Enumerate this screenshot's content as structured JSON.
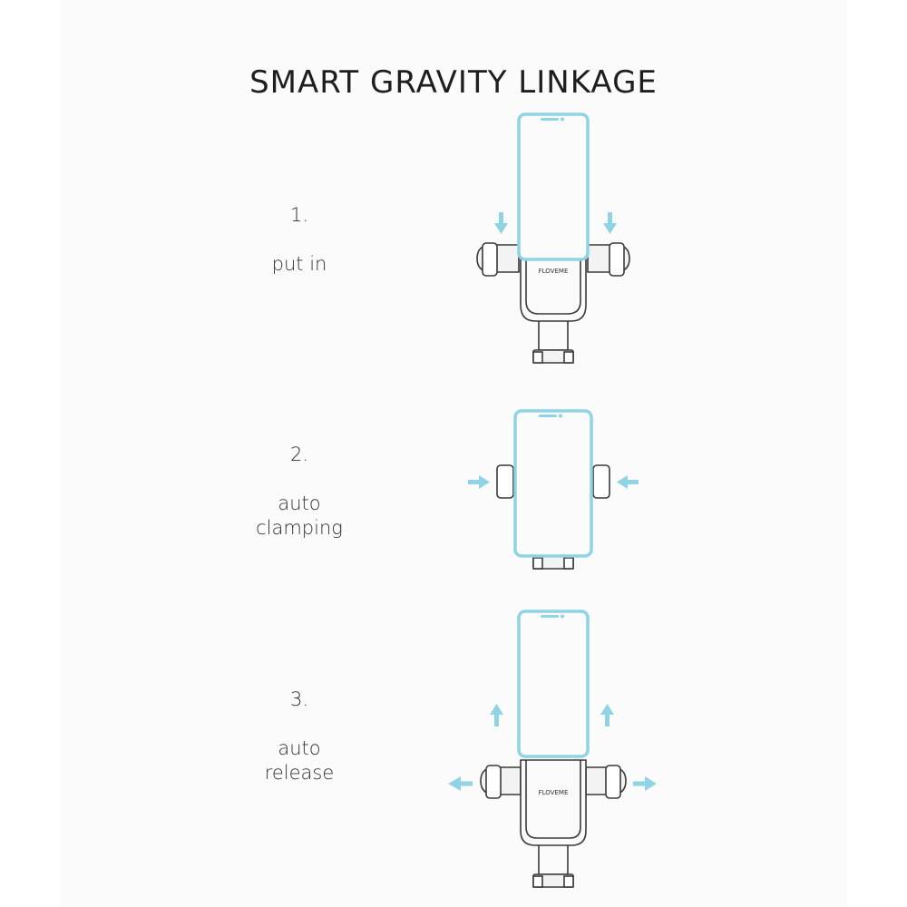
{
  "title": "SMART GRAVITY LINKAGE",
  "steps": [
    {
      "number": "1.",
      "label": "put in"
    },
    {
      "number": "2.",
      "label_line1": "auto",
      "label_line2": "clamping"
    },
    {
      "number": "3.",
      "label_line1": "auto",
      "label_line2": "release"
    }
  ],
  "brand_text": "FLOVEME",
  "colors": {
    "phone_outline": "#8fd3e4",
    "arrow": "#8fd3e4",
    "holder_stroke": "#3a3a3a",
    "background": "#fbfbfb"
  }
}
